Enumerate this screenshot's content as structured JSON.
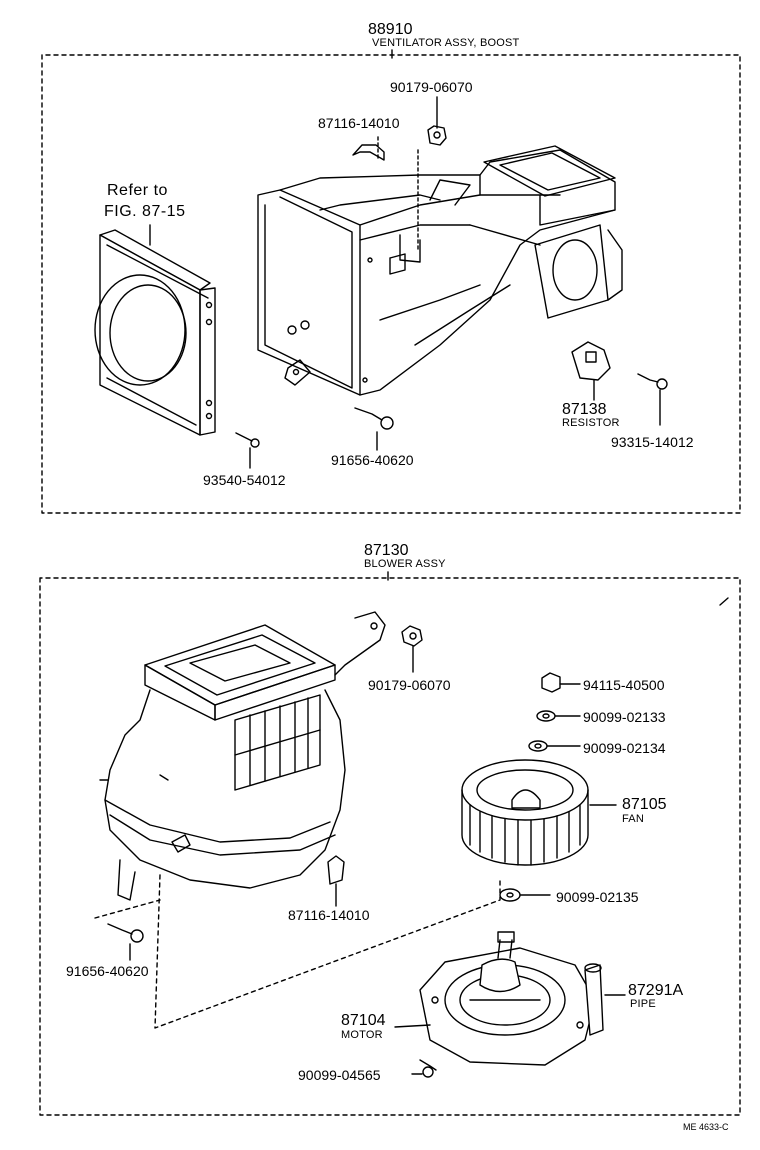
{
  "sections": {
    "top": {
      "assy_no": "88910",
      "assy_name": "VENTILATOR ASSY, BOOST"
    },
    "bottom": {
      "assy_no": "87130",
      "assy_name": "BLOWER ASSY"
    }
  },
  "top_labels": {
    "bolt_upper": "90179-06070",
    "clip": "87116-14010",
    "refer_line1": "Refer to",
    "refer_line2": "FIG. 87-15",
    "resistor_no": "87138",
    "resistor_name": "RESISTOR",
    "screw_right": "93315-14012",
    "bolt_lower": "91656-40620",
    "screw_left": "93540-54012"
  },
  "bottom_labels": {
    "bolt_nut": "90179-06070",
    "nut": "94115-40500",
    "washer1": "90099-02133",
    "washer2": "90099-02134",
    "fan_no": "87105",
    "fan_name": "FAN",
    "clip": "87116-14010",
    "washer3": "90099-02135",
    "bolt": "91656-40620",
    "pipe_no": "87291A",
    "pipe_name": "PIPE",
    "motor_no": "87104",
    "motor_name": "MOTOR",
    "screw": "90099-04565"
  },
  "footer": {
    "code": "ME 4633-C"
  }
}
